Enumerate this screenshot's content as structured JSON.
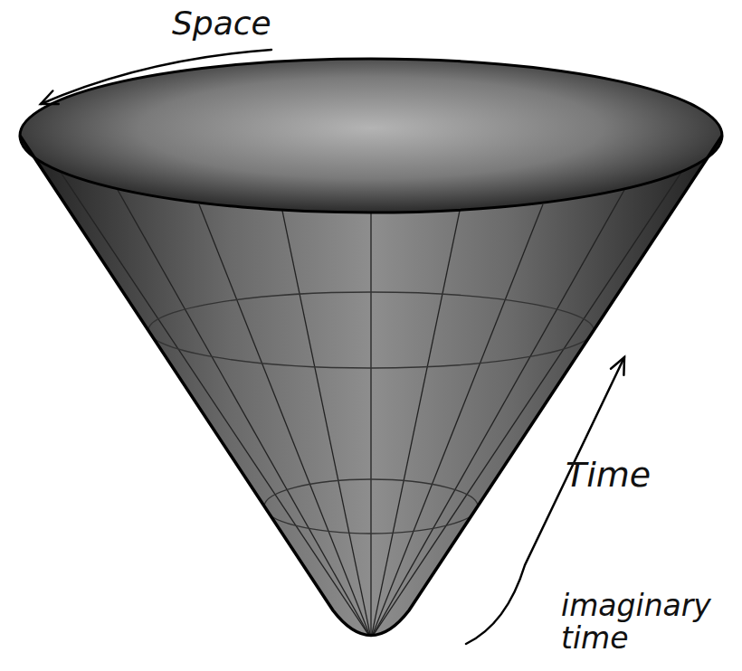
{
  "diagram": {
    "labels": [
      "Space",
      "Time",
      "imaginary time"
    ]
  }
}
